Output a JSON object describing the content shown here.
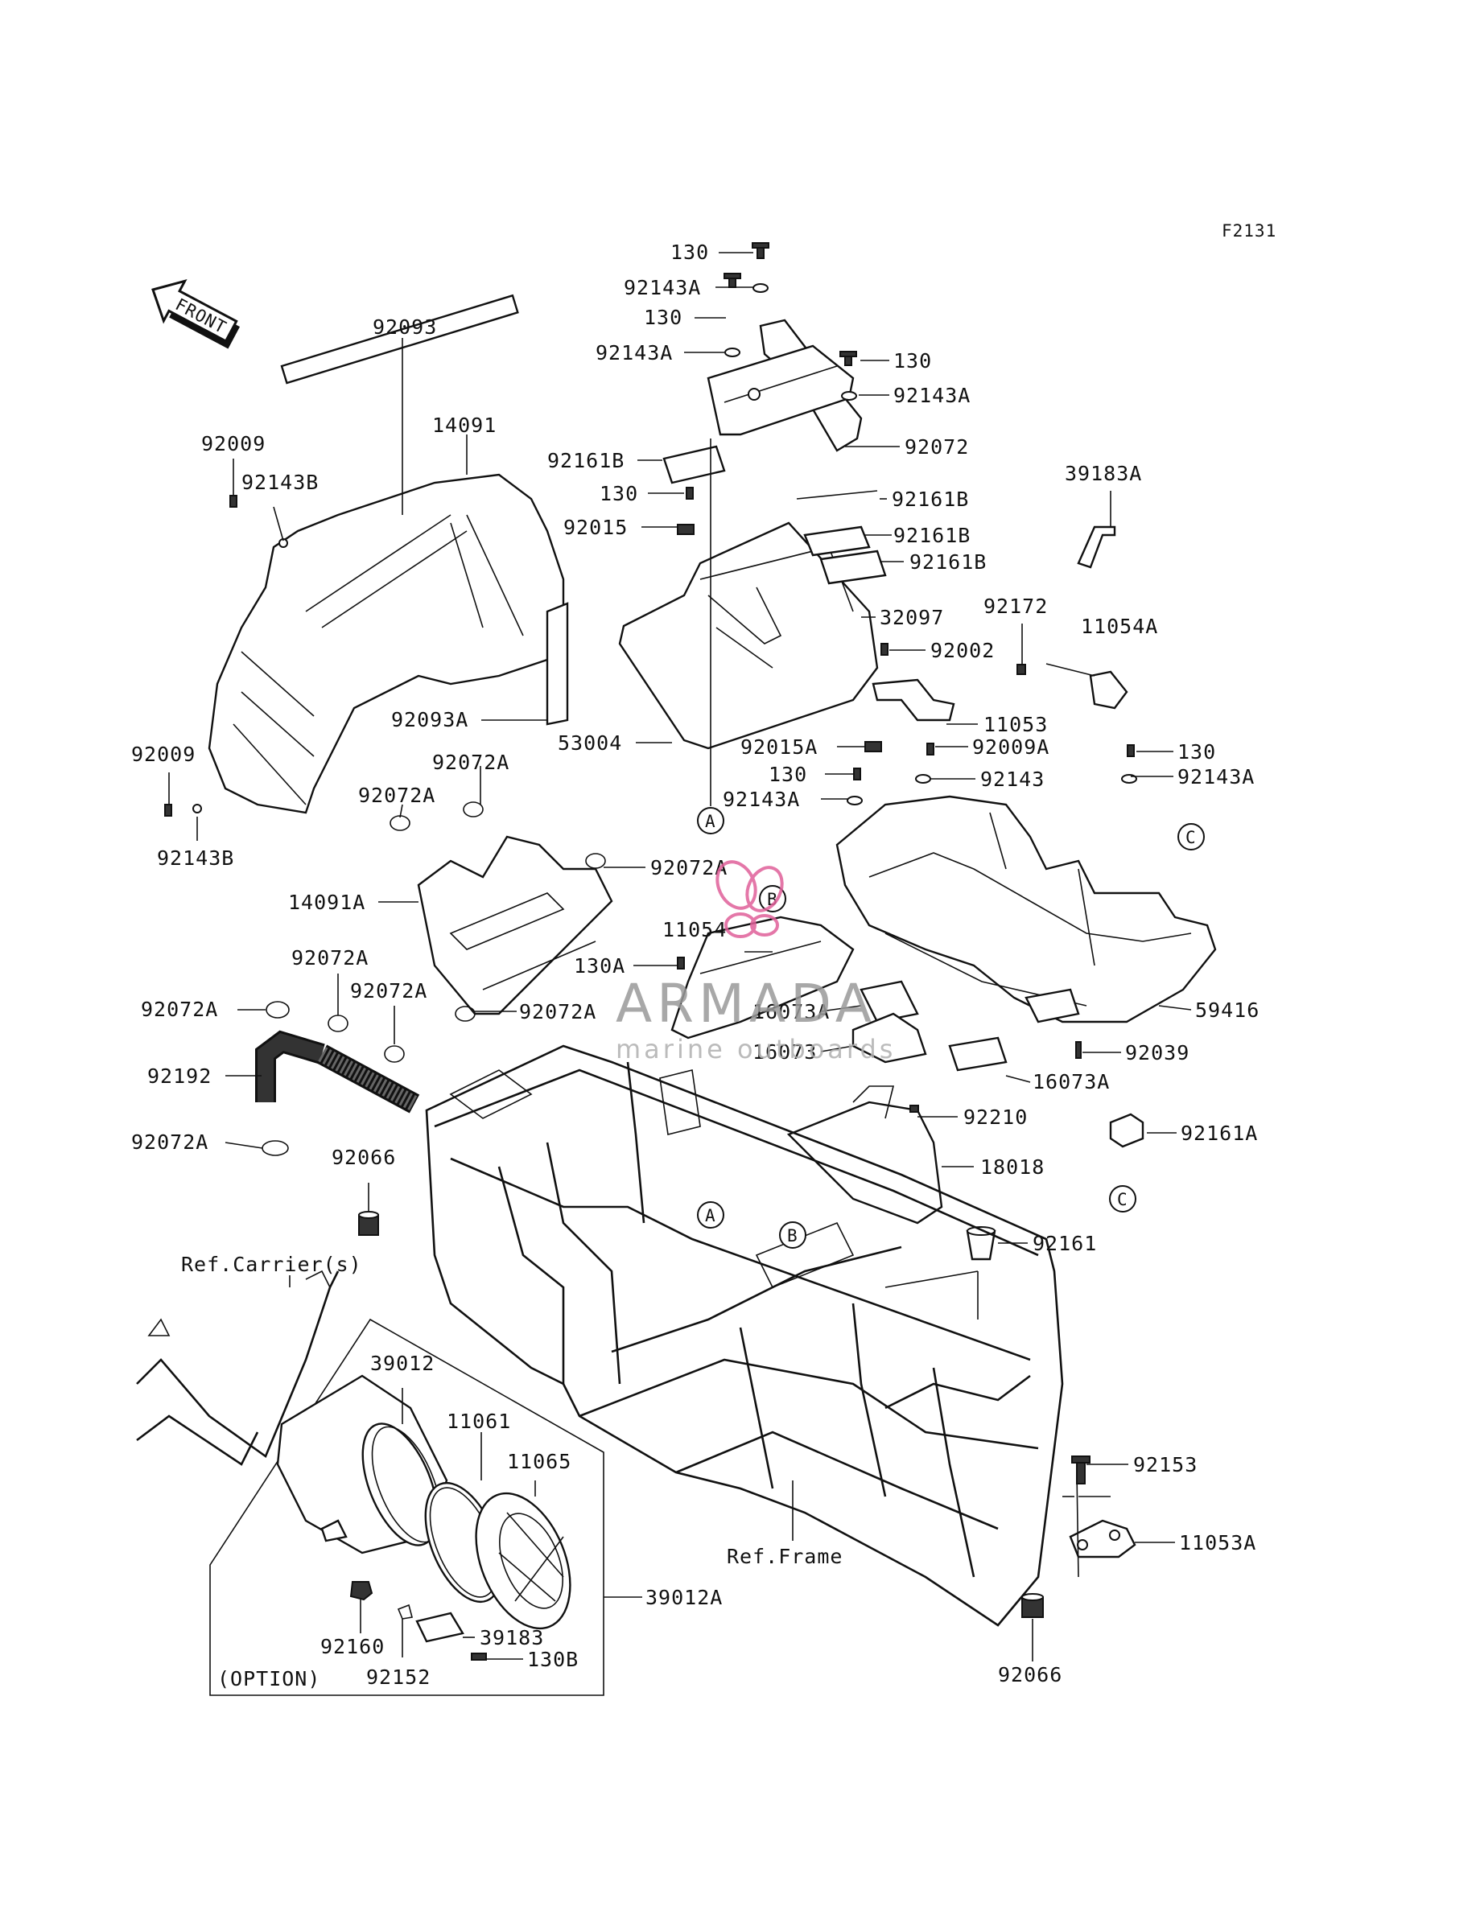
{
  "page_code": "F2131",
  "front_arrow": {
    "text": "FRONT",
    "icon": "front-direction-arrow-icon"
  },
  "callouts": {
    "a": "A",
    "b": "B",
    "c": "C"
  },
  "parts": {
    "p130_1": "130",
    "p92143A_1": "92143A",
    "p130_2": "130",
    "p92143A_2": "92143A",
    "p130_3": "130",
    "p92143A_3": "92143A",
    "p92072": "92072",
    "p92093": "92093",
    "p14091": "14091",
    "p92009_1": "92009",
    "p92143B_1": "92143B",
    "p92161B_1": "92161B",
    "p130_4": "130",
    "p92015": "92015",
    "p92161B_2": "92161B",
    "p92161B_3": "92161B",
    "p92161B_4": "92161B",
    "p32097": "32097",
    "p39183A": "39183A",
    "p92172": "92172",
    "p11054A": "11054A",
    "p92002": "92002",
    "p92093A": "92093A",
    "p53004": "53004",
    "p11053": "11053",
    "p92015A": "92015A",
    "p92009A": "92009A",
    "p130_5": "130",
    "p92143A_4": "92143A",
    "p92009_2": "92009",
    "p92072A_1": "92072A",
    "p92072A_2": "92072A",
    "p130_6": "130",
    "p92143": "92143",
    "p92143A_5": "92143A",
    "p92143B_2": "92143B",
    "p92072A_3": "92072A",
    "p14091A": "14091A",
    "p11054": "11054",
    "p130A": "130A",
    "p92072A_4": "92072A",
    "p92072A_5": "92072A",
    "p92072A_6": "92072A",
    "p92072A_7": "92072A",
    "p16073A_1": "16073A",
    "p59416": "59416",
    "p16073": "16073",
    "p92039": "92039",
    "p92192": "92192",
    "p16073A_2": "16073A",
    "p92072A_8": "92072A",
    "p92210": "92210",
    "p92066_1": "92066",
    "p18018": "18018",
    "p92161A": "92161A",
    "p92161": "92161",
    "p39012": "39012",
    "p11061": "11061",
    "p11065": "11065",
    "p92153": "92153",
    "p11053A": "11053A",
    "p39012A": "39012A",
    "p39183": "39183",
    "p92160": "92160",
    "p92152": "92152",
    "p130B": "130B",
    "p92066_2": "92066"
  },
  "references": {
    "carrier": "Ref.Carrier(s)",
    "frame": "Ref.Frame",
    "option": "(OPTION)"
  },
  "watermark": {
    "brand": "ARMADA",
    "tagline": "marine outboards",
    "logo_icon": "armada-butterfly-logo-icon",
    "brand_color": "#e0609a"
  }
}
